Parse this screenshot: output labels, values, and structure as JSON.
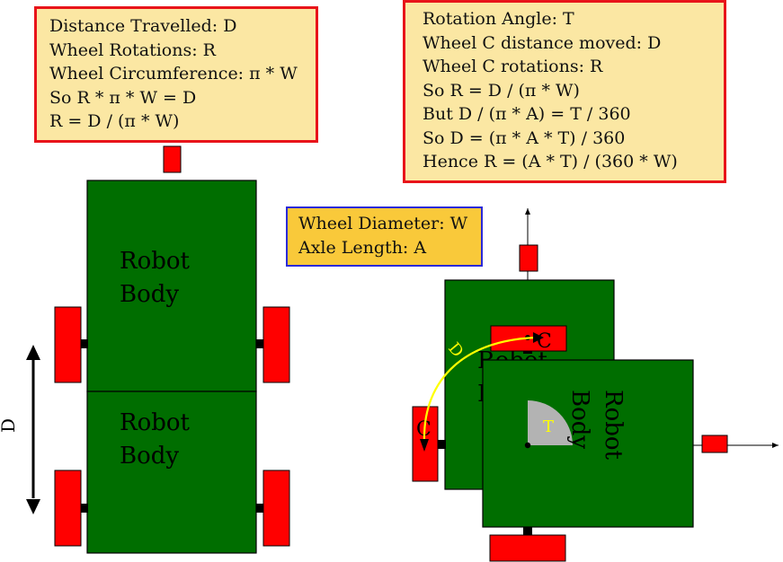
{
  "notes": {
    "left": {
      "lines": [
        "Distance Travelled: D",
        "Wheel Rotations: R",
        "Wheel Circumference: π * W",
        "So R * π * W = D",
        "R = D / (π * W)"
      ]
    },
    "right": {
      "lines": [
        "Rotation Angle: T",
        "Wheel C distance moved: D",
        "Wheel C rotations: R",
        "So R = D / (π * W)",
        "But D / (π * A) = T / 360",
        "So D = (π * A * T) / 360",
        "Hence R = (A * T) / (360 * W)"
      ]
    },
    "middle": {
      "lines": [
        "Wheel Diameter: W",
        "Axle Length: A"
      ]
    }
  },
  "diagram": {
    "robot_body_label_1": "Robot",
    "robot_body_label_2": "Body",
    "distance_label": "D",
    "wheel_c_label": "C",
    "arc_label": "D",
    "angle_label": "T",
    "colors": {
      "body": "#006e00",
      "wheel": "#ff0000",
      "arc": "#ffff00",
      "angle_sector": "#b3b3b3",
      "note_fill": "#fbe7a3",
      "note_border": "#e8141a",
      "axle_note_fill": "#f9c93a",
      "axle_note_border": "#2a2ad8"
    }
  }
}
